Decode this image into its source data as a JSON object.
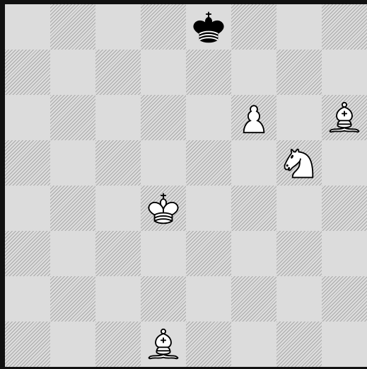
{
  "board": {
    "files": [
      "a",
      "b",
      "c",
      "d",
      "e",
      "f",
      "g",
      "h"
    ],
    "ranks": [
      "8",
      "7",
      "6",
      "5",
      "4",
      "3",
      "2",
      "1"
    ],
    "pieces": [
      {
        "square": "e8",
        "color": "black",
        "type": "king"
      },
      {
        "square": "f6",
        "color": "white",
        "type": "pawn"
      },
      {
        "square": "h6",
        "color": "white",
        "type": "bishop"
      },
      {
        "square": "g5",
        "color": "white",
        "type": "knight"
      },
      {
        "square": "d4",
        "color": "white",
        "type": "king"
      },
      {
        "square": "d1",
        "color": "white",
        "type": "bishop"
      }
    ]
  },
  "colors": {
    "light_square": "#dcdcdc",
    "dark_square_hatch": "#a9a9a9",
    "frame": "#111111"
  }
}
